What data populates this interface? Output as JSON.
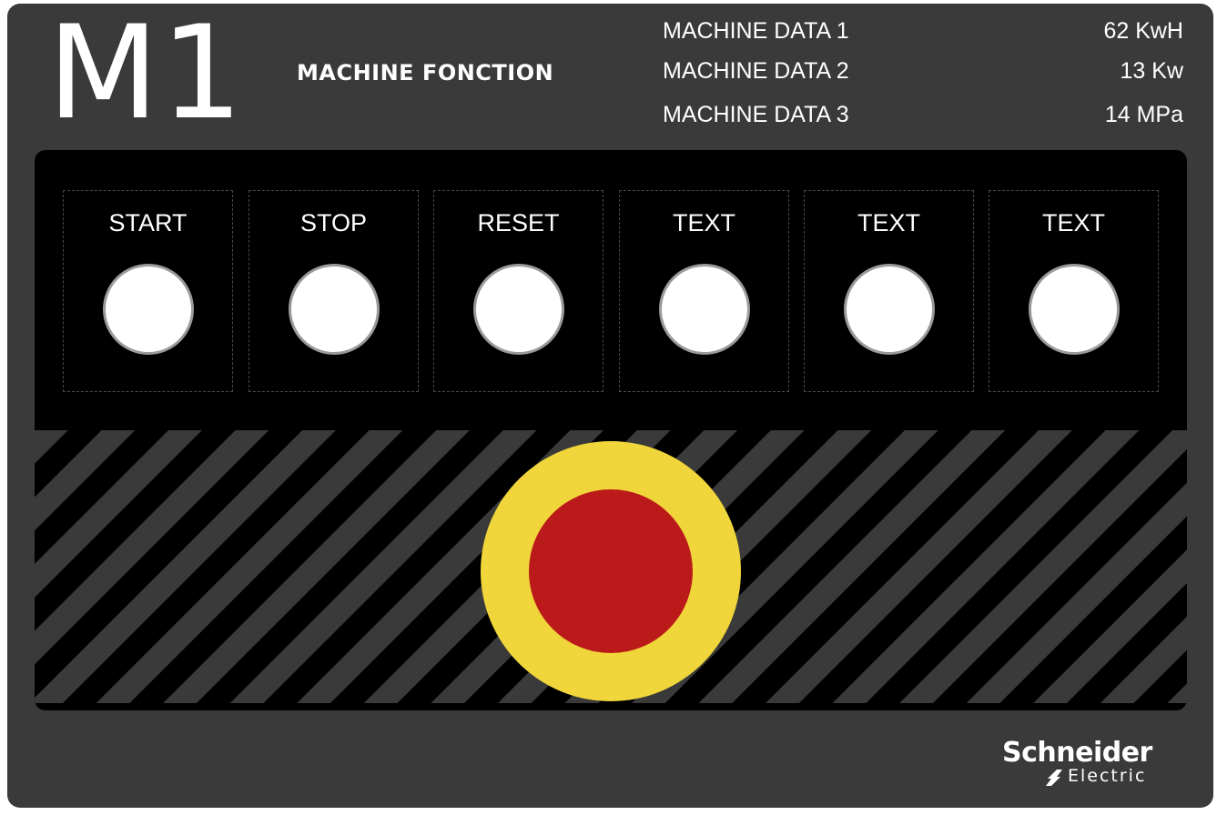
{
  "header": {
    "machine_id": "M1",
    "machine_function": "MACHINE FONCTION"
  },
  "machine_data": [
    {
      "label": "MACHINE DATA 1",
      "value": "62 KwH"
    },
    {
      "label": "MACHINE DATA 2",
      "value": "13 Kw"
    },
    {
      "label": "MACHINE DATA 3",
      "value": "14 MPa"
    }
  ],
  "buttons": [
    {
      "label": "START"
    },
    {
      "label": "STOP"
    },
    {
      "label": "RESET"
    },
    {
      "label": "TEXT"
    },
    {
      "label": "TEXT"
    },
    {
      "label": "TEXT"
    }
  ],
  "logo": {
    "name": "Schneider",
    "sub": "Electric"
  },
  "colors": {
    "panel": "#3a3a3a",
    "control_area": "#000000",
    "hazard_stripe": "#3a3a3a",
    "button_face": "#ffffff",
    "button_rim": "#9a9a9a",
    "estop_ring": "#f0d63a",
    "estop_cap": "#bb1a1a"
  },
  "icons": {
    "logo_mark": "schneider-logo-icon"
  }
}
